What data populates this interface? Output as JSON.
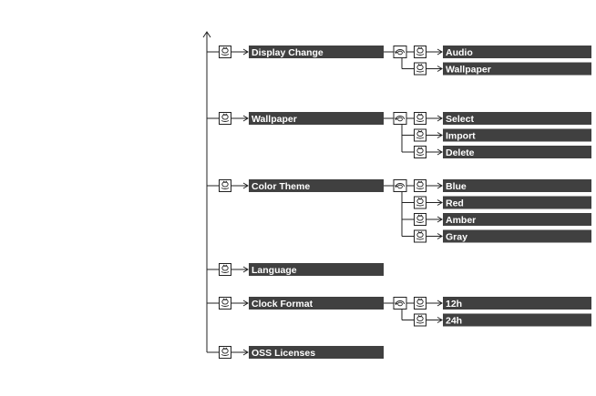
{
  "menu": [
    {
      "label": "Display Change",
      "children": [
        "Audio",
        "Wallpaper"
      ]
    },
    {
      "label": "Wallpaper",
      "children": [
        "Select",
        "Import",
        "Delete"
      ]
    },
    {
      "label": "Color Theme",
      "children": [
        "Blue",
        "Red",
        "Amber",
        "Gray"
      ]
    },
    {
      "label": "Language",
      "children": []
    },
    {
      "label": "Clock Format",
      "children": [
        "12h",
        "24h"
      ]
    },
    {
      "label": "OSS Licenses",
      "children": []
    }
  ],
  "icons": {
    "select": "knob-press-icon",
    "rotate": "knob-rotate-icon"
  }
}
